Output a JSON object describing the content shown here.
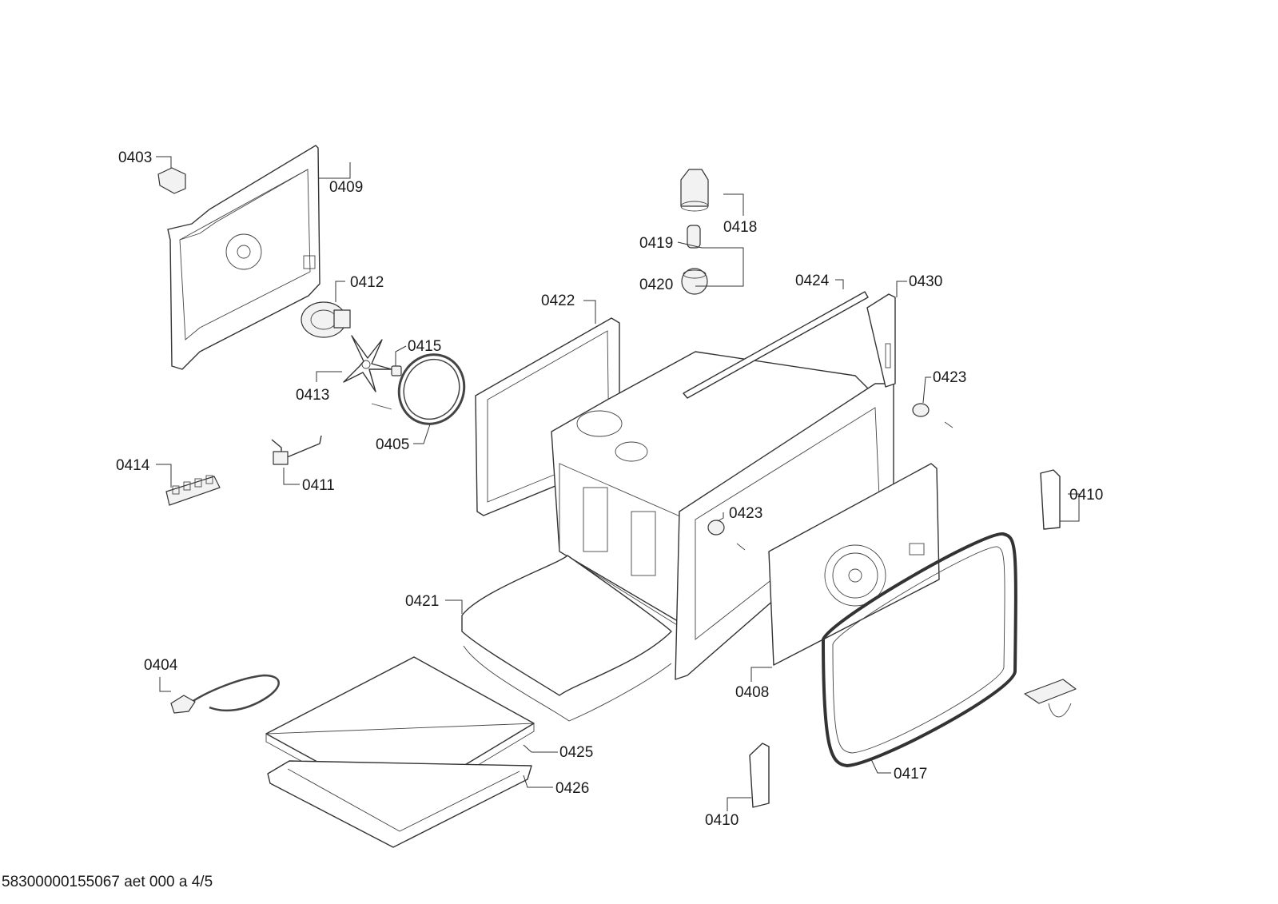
{
  "labels": {
    "l0403": "0403",
    "l0409": "0409",
    "l0418": "0418",
    "l0419": "0419",
    "l0420": "0420",
    "l0412": "0412",
    "l0422": "0422",
    "l0424": "0424",
    "l0430": "0430",
    "l0415": "0415",
    "l0423a": "0423",
    "l0413": "0413",
    "l0405": "0405",
    "l0414": "0414",
    "l0411": "0411",
    "l0410a": "0410",
    "l0423b": "0423",
    "l0421": "0421",
    "l0404": "0404",
    "l0408": "0408",
    "l0425": "0425",
    "l0417": "0417",
    "l0426": "0426",
    "l0410b": "0410"
  },
  "footer": "58300000155067 aet 000 a 4/5"
}
